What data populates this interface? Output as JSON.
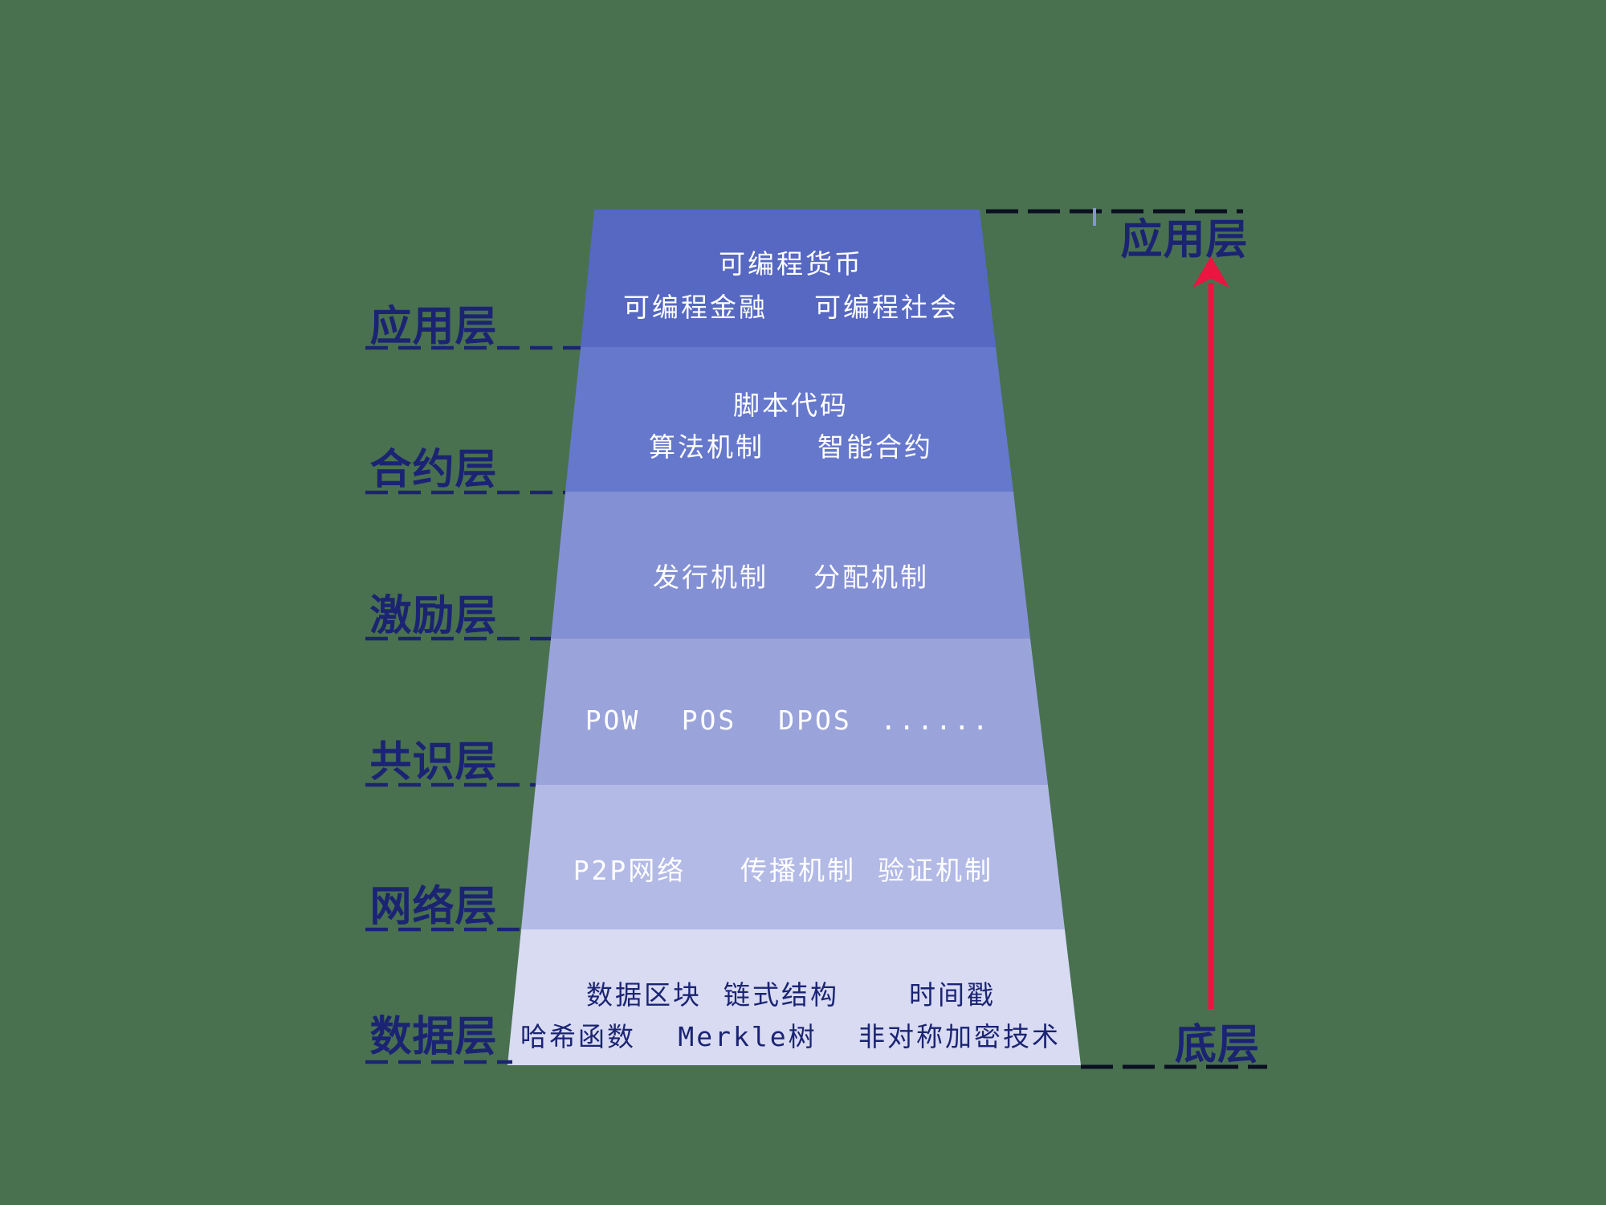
{
  "scene": {
    "background_color": "#497150",
    "label_color": "#1b2473",
    "light_text_color": "#ffffff",
    "dark_text_color": "#1b2473"
  },
  "stack": {
    "layers": [
      {
        "name": "应用层",
        "fill": "#5668c2",
        "rows": [
          [
            "可编程货币"
          ],
          [
            "可编程金融",
            "可编程社会"
          ]
        ]
      },
      {
        "name": "合约层",
        "fill": "#6678cb",
        "rows": [
          [
            "脚本代码"
          ],
          [
            "算法机制",
            "智能合约"
          ]
        ]
      },
      {
        "name": "激励层",
        "fill": "#8490d4",
        "rows": [
          [
            "发行机制",
            "分配机制"
          ]
        ]
      },
      {
        "name": "共识层",
        "fill": "#9aa4db",
        "rows": [
          [
            "POW",
            "POS",
            "DPOS",
            "......"
          ]
        ]
      },
      {
        "name": "网络层",
        "fill": "#b3bae6",
        "rows": [
          [
            "P2P网络",
            "传播机制",
            "验证机制"
          ]
        ]
      },
      {
        "name": "数据层",
        "fill": "#d8dbf2",
        "rows": [
          [
            "数据区块",
            "链式结构",
            "时间戳"
          ],
          [
            "哈希函数",
            "Merkle树",
            "非对称加密技术"
          ]
        ]
      }
    ]
  },
  "right_axis": {
    "top_label": "应用层",
    "bottom_label": "底层",
    "arrow_color": "#ea1540",
    "dash_color": "#0c1021",
    "tick_color": "#8494dc"
  }
}
